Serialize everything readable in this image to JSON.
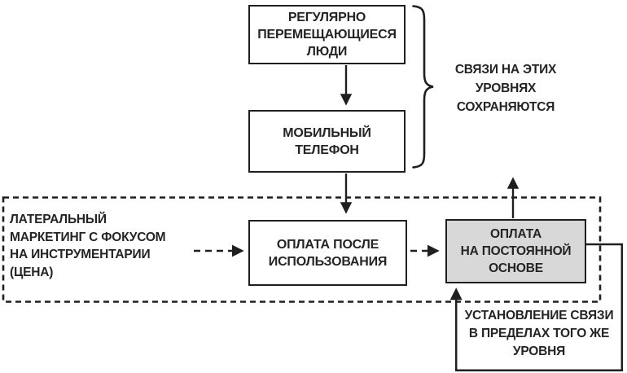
{
  "figure": {
    "nodes": {
      "regular_movers": {
        "lines": [
          "РЕГУЛЯРНО",
          "ПЕРЕМЕЩАЮЩИЕСЯ",
          "ЛЮДИ"
        ]
      },
      "mobile_phone": {
        "lines": [
          "МОБИЛЬНЫЙ",
          "ТЕЛЕФОН"
        ]
      },
      "pay_after_use": {
        "lines": [
          "ОПЛАТА ПОСЛЕ",
          "ИСПОЛЬЗОВАНИЯ"
        ]
      },
      "pay_permanent": {
        "lines": [
          "ОПЛАТА",
          "НА ПОСТОЯННОЙ",
          "ОСНОВЕ"
        ],
        "highlighted": true
      }
    },
    "annotations": {
      "lateral_marketing": {
        "lines": [
          "ЛАТЕРАЛЬНЫЙ",
          "МАРКЕТИНГ С ФОКУСОМ",
          "НА ИНСТРУМЕНТАРИИ",
          "(ЦЕНА)"
        ]
      },
      "levels_preserved": {
        "lines": [
          "СВЯЗИ НА ЭТИХ",
          "УРОВНЯХ",
          "СОХРАНЯЮТСЯ"
        ]
      },
      "same_level_link": {
        "lines": [
          "УСТАНОВЛЕНИЕ СВЯЗИ",
          "В ПРЕДЕЛАХ ТОГО ЖЕ",
          "УРОВНЯ"
        ]
      }
    },
    "colors": {
      "line": "#1f1f1f",
      "text": "#242424",
      "highlight_fill": "#d8d8d8",
      "background": "#ffffff"
    }
  }
}
